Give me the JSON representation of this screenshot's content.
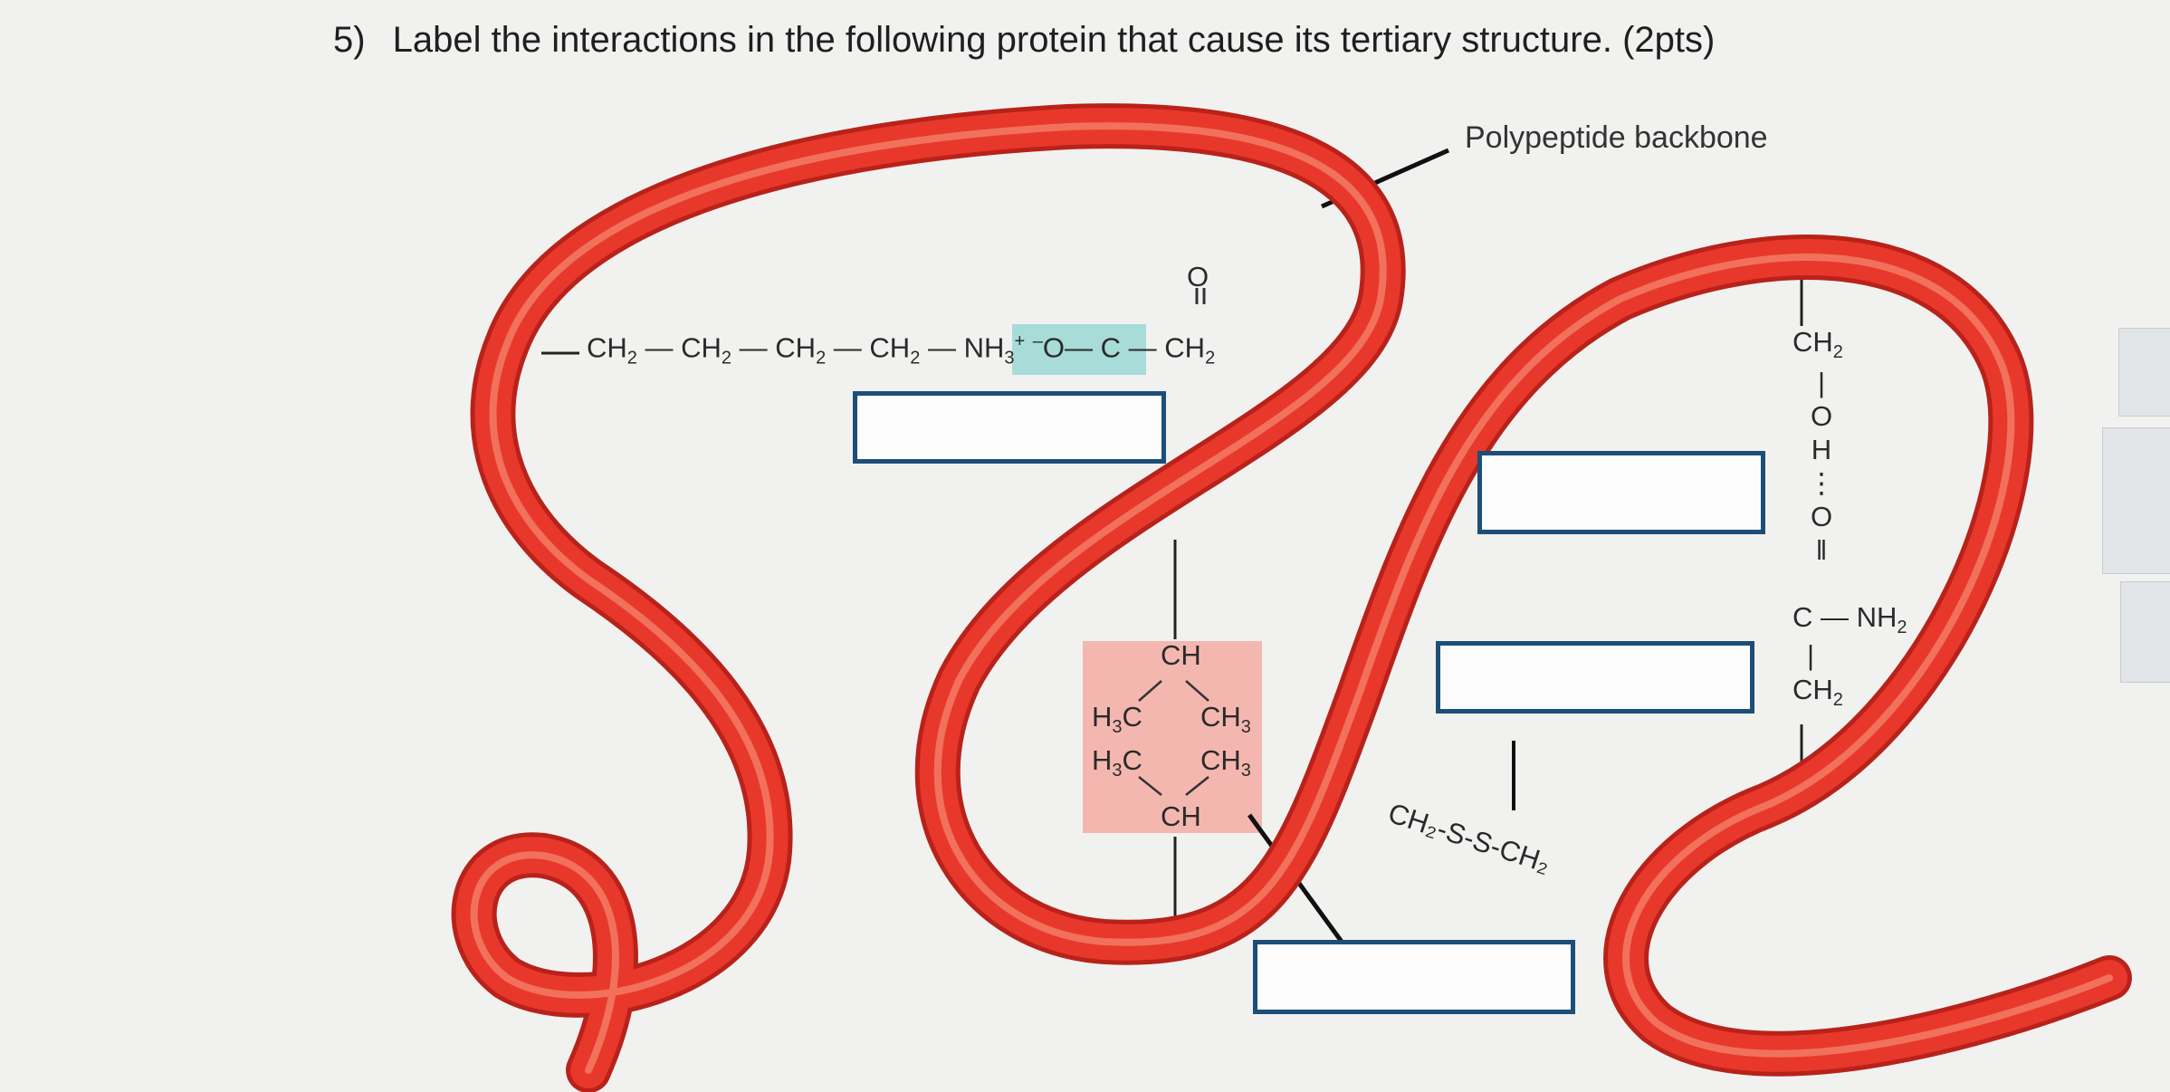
{
  "question": {
    "number": "5)",
    "text": "Label the interactions in the following protein that cause its tertiary structure. (2pts)"
  },
  "callout": {
    "label": "Polypeptide backbone"
  },
  "ionic": {
    "chain": [
      "CH",
      "CH",
      "CH",
      "CH"
    ],
    "nh": "NH",
    "nh_sub": "3",
    "nh_sup": "+",
    "o": "O",
    "o_sup": "–",
    "carbonyl_o": "O",
    "c": "C",
    "end": "CH",
    "sub2": "2"
  },
  "hydrophobic": {
    "top": "CH",
    "bottom": "CH",
    "l1": "H",
    "l1b": "C",
    "r1": "CH",
    "sub3": "3"
  },
  "hbond": {
    "top": "CH",
    "o": "O",
    "h": "H",
    "o2": "O",
    "c": "C",
    "amide": "NH",
    "bottom": "CH",
    "sub2": "2"
  },
  "disulfide": {
    "text": "CH₂-S-S-CH₂"
  },
  "answer_boxes": [
    "",
    "",
    "",
    ""
  ],
  "colors": {
    "backbone": "#e8382b",
    "box_border": "#1d4e78",
    "ionic_highlight": "#a7dcd8",
    "hydrophobic_highlight": "#f4b7b0"
  }
}
